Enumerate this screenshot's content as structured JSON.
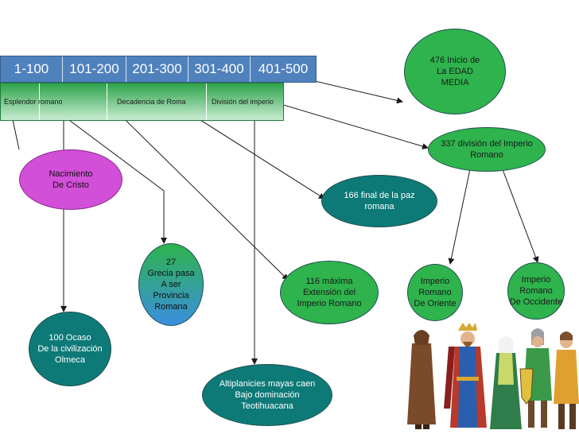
{
  "timeline": {
    "periods": [
      "1-100",
      "101-200",
      "201-300",
      "301-400",
      "401-500"
    ],
    "eras": [
      "Esplendor romano",
      "Decadencia de Roma",
      "División del imperio"
    ]
  },
  "nodes": {
    "edad_media": "476 Inicio de\nLa EDAD\nMEDIA",
    "division_imperio": "337 división del Imperio\nRomano",
    "nacimiento": "Nacimiento\nDe Cristo",
    "paz_romana": "166 final de la paz\nromana",
    "grecia": "27\nGrecia pasa\nA ser\nProvincia\nRomana",
    "maxima_extension": "116 máxima\nExtensión del\nImperio Romano",
    "oriente": "Imperio\nRomano\nDe Oriente",
    "occidente": "Imperio\nRomano\nDe Occidente",
    "olmeca": "100 Ocaso\nDe la civilización\nOlmeca",
    "teotihuacana": "Altiplanicies mayas caen\nBajo dominación\nTeotihuacana"
  },
  "colors": {
    "timeline_blue": "#4f81bd",
    "era_green": "#2ea34b",
    "node_teal": "#0d7a78",
    "node_green": "#2eb34d",
    "node_magenta": "#d24fd8",
    "arrow": "#1a1a1a"
  },
  "illustration": "medieval-figures"
}
